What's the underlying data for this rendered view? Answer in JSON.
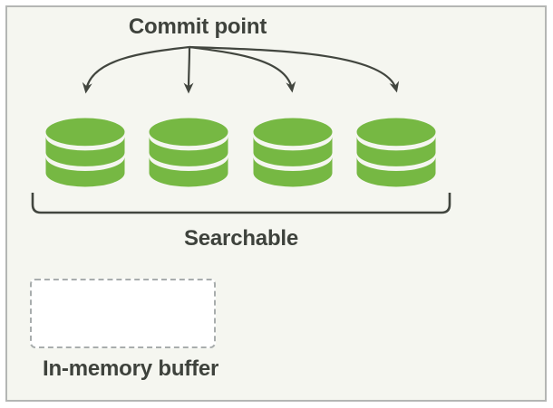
{
  "diagram": {
    "commit_point": {
      "label": "Commit point"
    },
    "searchable": {
      "label": "Searchable"
    },
    "in_memory_buffer": {
      "label": "In-memory buffer",
      "content": ""
    },
    "segments": {
      "icon": "database-cylinder-icon",
      "count": 4,
      "state": "searchable"
    },
    "colors": {
      "background": "#f5f6f0",
      "frame_border": "#b4b6b4",
      "segment_green": "#76b843",
      "arrow": "#42463f",
      "text": "#3e423c",
      "dashed_border": "#a8adad",
      "buffer_fill": "#ffffff"
    }
  }
}
